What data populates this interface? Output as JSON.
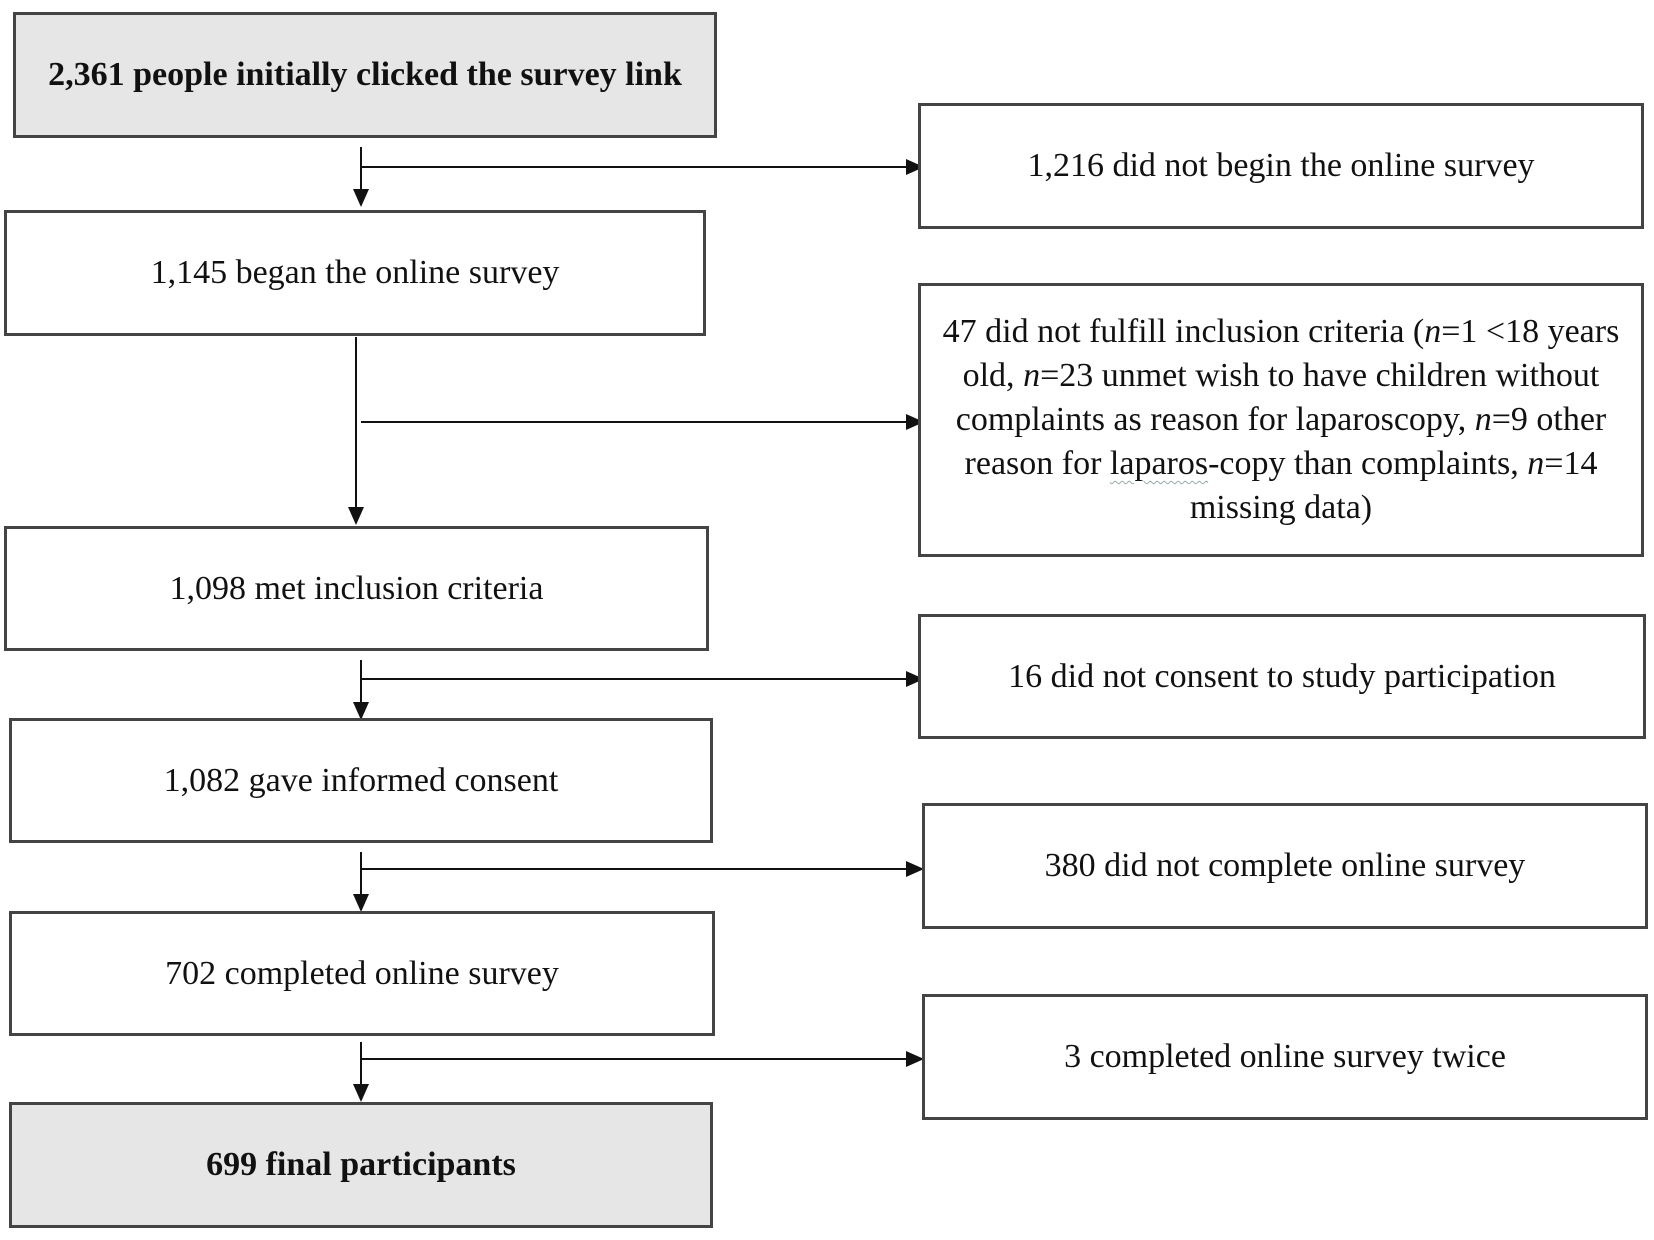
{
  "flow": {
    "start": "2,361 people initially clicked the survey link",
    "began": "1,145 began the online survey",
    "met": "1,098 met inclusion criteria",
    "consent": "1,082 gave informed consent",
    "completed": "702 completed online survey",
    "final": "699 final participants"
  },
  "exclusions": {
    "not_begin": "1,216 did not begin the online survey",
    "criteria": {
      "t1": "47 did not fulfill inclusion criteria (",
      "n1": "n",
      "t2": "=1 <18 years old, ",
      "n2": "n",
      "t3": "=23 unmet wish to have children without complaints as reason for laparoscopy, ",
      "n3": "n",
      "t4": "=9 other reason for ",
      "t4b": "laparos",
      "t4c": "-copy than complaints, ",
      "n4": "n",
      "t5": "=14 missing data)"
    },
    "no_consent": "16 did not consent to study participation",
    "not_complete": "380 did not complete online survey",
    "twice": "3 completed online survey twice"
  }
}
